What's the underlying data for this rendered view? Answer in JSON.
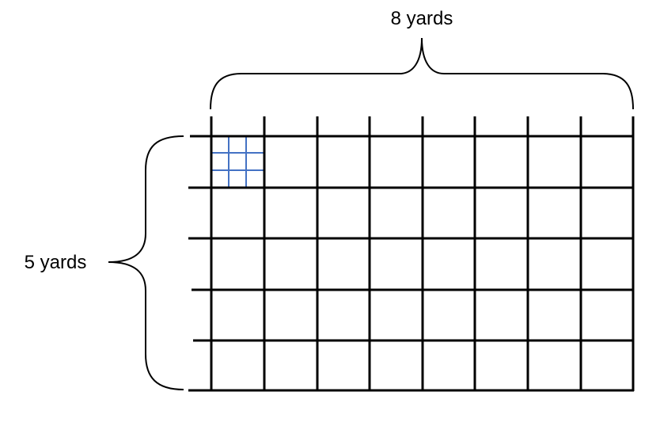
{
  "labels": {
    "width": "8 yards",
    "height": "5 yards"
  },
  "grid": {
    "columns": 8,
    "rows": 5,
    "subdivisions_per_side": 3
  },
  "colors": {
    "grid_line": "#000000",
    "subdivision_line": "#4472C4",
    "brace": "#000000"
  }
}
